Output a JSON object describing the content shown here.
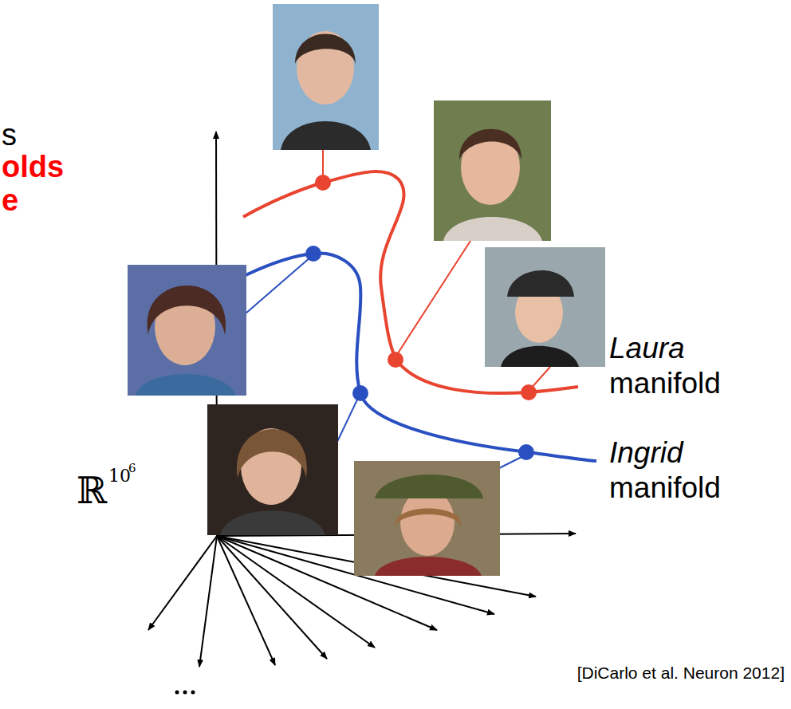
{
  "diagram": {
    "caption": "[DiCarlo et al. Neuron 2012]",
    "labels": [
      "s",
      "olds",
      "e",
      "Laura",
      "manifold",
      "Ingrid",
      "manifold",
      "ℝ",
      "10",
      "6"
    ]
  }
}
